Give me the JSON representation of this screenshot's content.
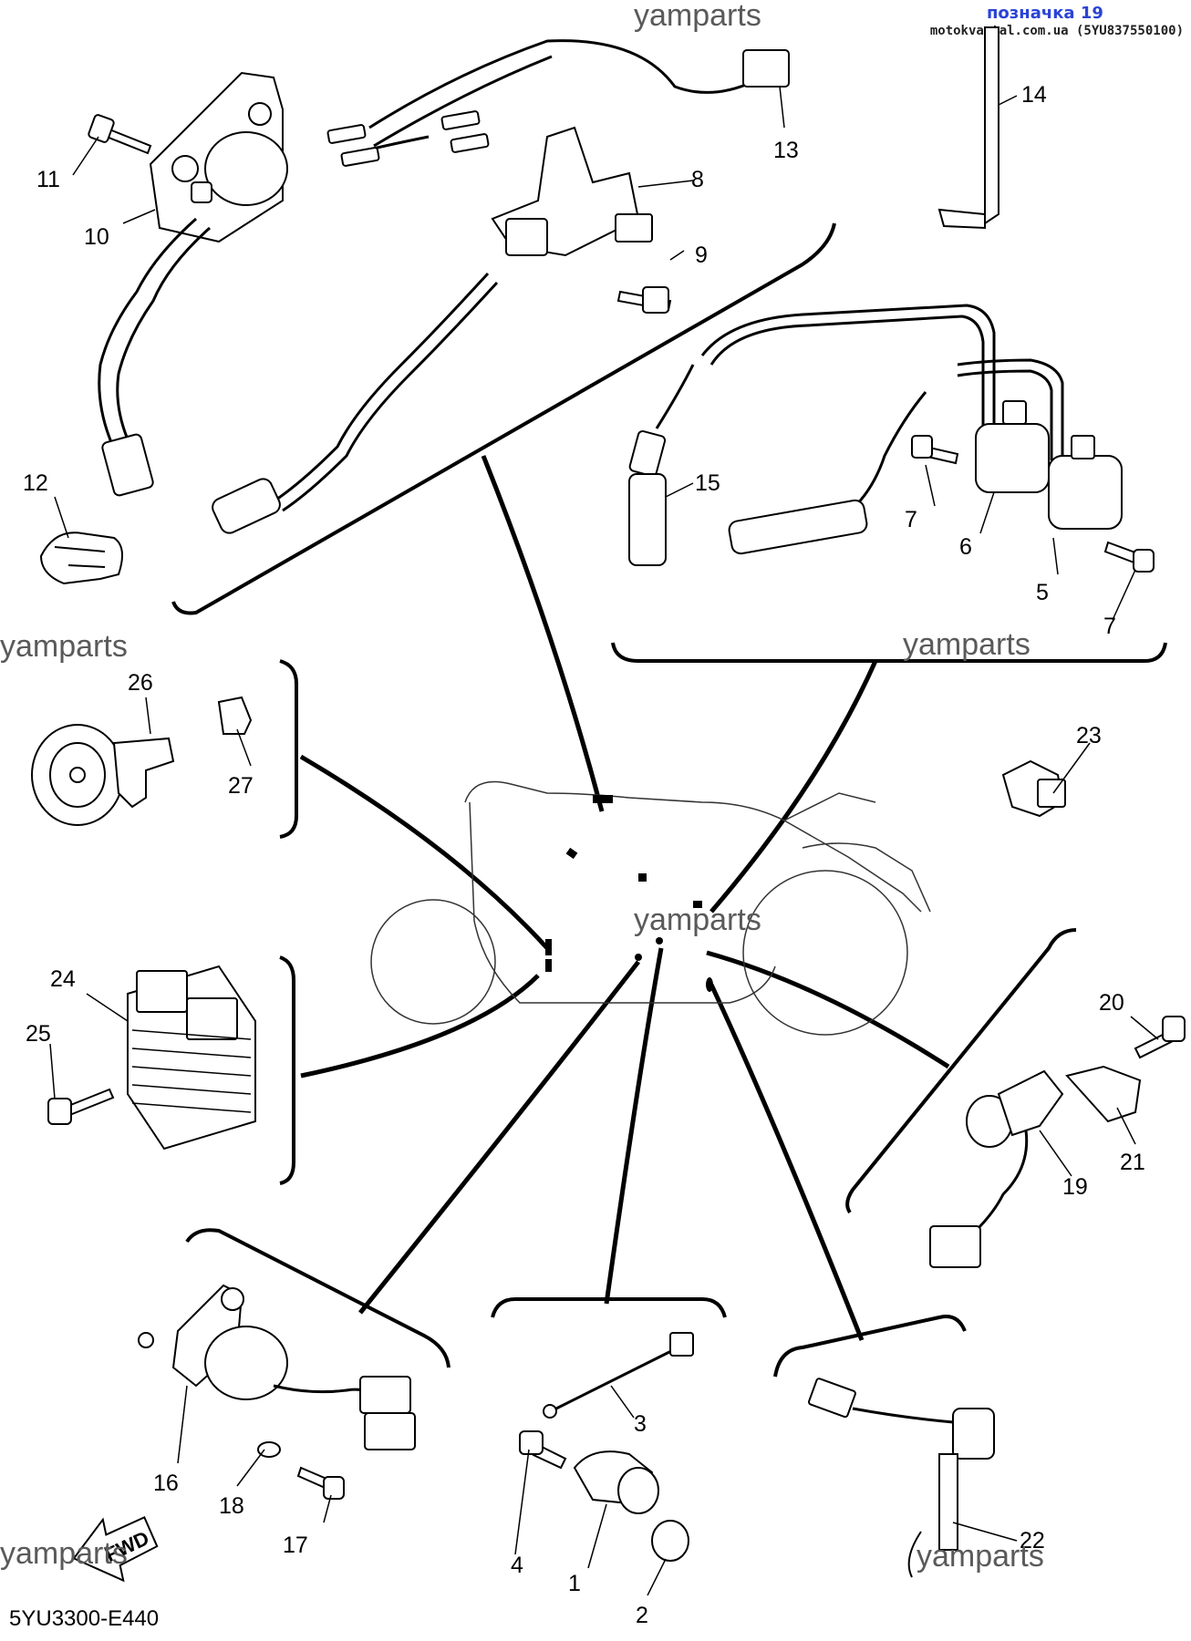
{
  "header": {
    "title": "позначка 19",
    "site": "motokvartal.com.ua (5YU837550100)"
  },
  "watermark": "yamparts",
  "diagram_code": "5YU3300-E440",
  "fwd_label": "FWD",
  "callouts": [
    "1",
    "2",
    "3",
    "4",
    "5",
    "6",
    "7",
    "7",
    "8",
    "9",
    "10",
    "11",
    "12",
    "13",
    "14",
    "15",
    "16",
    "17",
    "18",
    "19",
    "20",
    "21",
    "22",
    "23",
    "24",
    "25",
    "26",
    "27"
  ]
}
